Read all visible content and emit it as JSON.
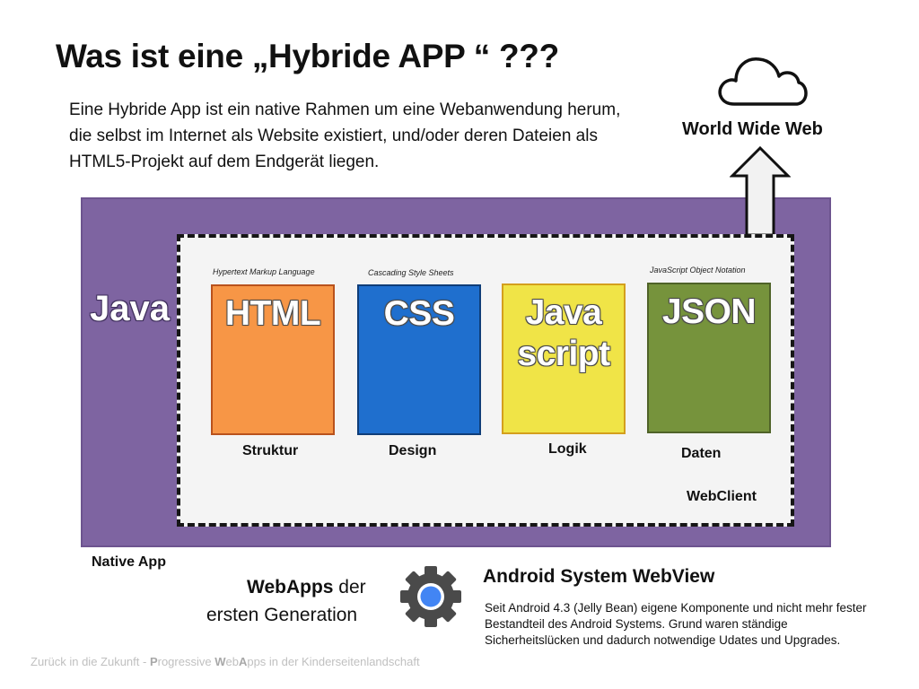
{
  "slide": {
    "title": "Was ist eine „Hybride APP “ ???",
    "intro": "Eine Hybride App ist ein native Rahmen um eine Webanwendung herum, die selbst im Internet als Website existiert, und/oder deren Dateien als HTML5-Projekt auf dem Endgerät liegen."
  },
  "web": {
    "label": "World Wide Web",
    "icon": "cloud-icon",
    "arrow_icon": "arrow-up-icon"
  },
  "native": {
    "java_label": "Java",
    "native_app_label": "Native App",
    "box_color": "#7e64a1"
  },
  "webclient": {
    "label": "WebClient",
    "technologies": [
      {
        "name": "HTML",
        "full_name": "Hypertext Markup Language",
        "role": "Struktur",
        "color": "#f79646"
      },
      {
        "name": "CSS",
        "full_name": "Cascading Style Sheets",
        "role": "Design",
        "color": "#1f6fce"
      },
      {
        "name": "Java\nscript",
        "full_name": "",
        "role": "Logik",
        "color": "#f0e447"
      },
      {
        "name": "JSON",
        "full_name": "JavaScript Object Notation",
        "role": "Daten",
        "color": "#76933c"
      }
    ]
  },
  "webapps": {
    "line1_bold": "WebApps",
    "line1_rest": " der",
    "line2": "ersten Generation"
  },
  "android": {
    "icon": "gear-icon",
    "title": "Android System WebView",
    "description": "Seit Android 4.3 (Jelly Bean) eigene Komponente und nicht mehr fester Bestandteil des Android Systems. Grund waren ständige Sicherheitslücken und dadurch notwendige Udates und Upgrades."
  },
  "footer": {
    "part1": "Zurück in die Zukunft - ",
    "bold1": "P",
    "part2": "rogressive ",
    "bold2": "W",
    "part3": "eb",
    "bold3": "A",
    "part4": "pps in der Kinderseitenlandschaft"
  }
}
